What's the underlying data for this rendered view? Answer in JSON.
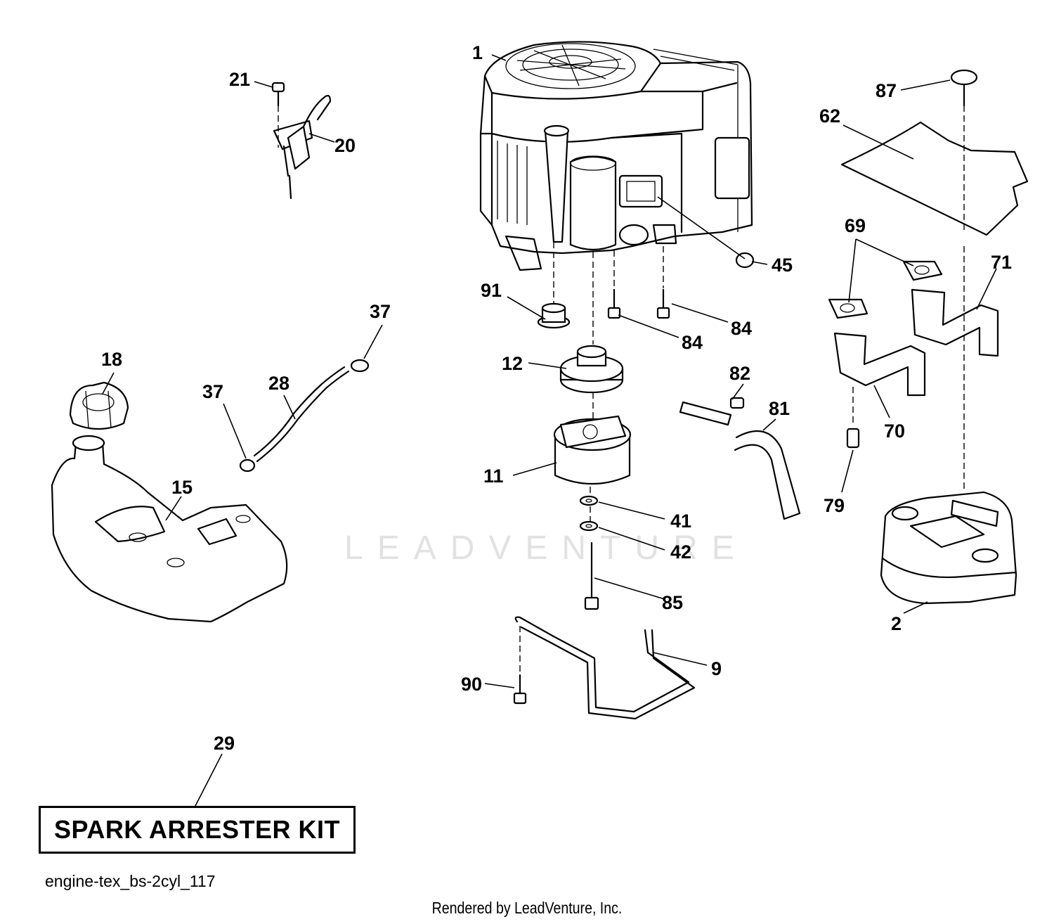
{
  "callouts": {
    "c1": "1",
    "c2": "2",
    "c9": "9",
    "c11": "11",
    "c12": "12",
    "c15": "15",
    "c18": "18",
    "c20": "20",
    "c21": "21",
    "c28": "28",
    "c29": "29",
    "c37a": "37",
    "c37b": "37",
    "c41": "41",
    "c42": "42",
    "c45": "45",
    "c62": "62",
    "c69": "69",
    "c70": "70",
    "c71": "71",
    "c79": "79",
    "c81": "81",
    "c82": "82",
    "c84a": "84",
    "c84b": "84",
    "c85": "85",
    "c87": "87",
    "c90": "90",
    "c91": "91"
  },
  "kit_label": "SPARK ARRESTER KIT",
  "diagram_id": "engine-tex_bs-2cyl_117",
  "watermark": "LEADVENTURE",
  "footer": "Rendered by LeadVenture, Inc."
}
